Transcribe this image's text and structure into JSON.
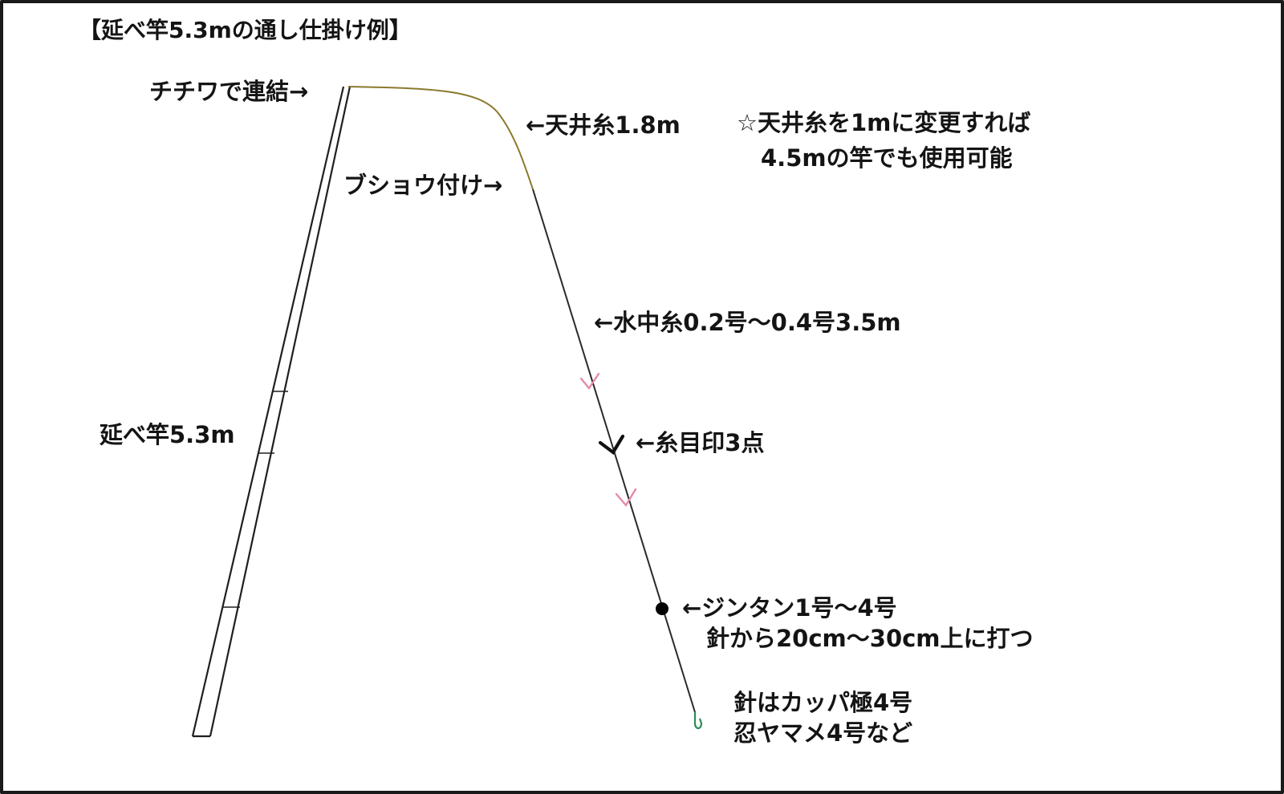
{
  "title": "【延べ竿5.3mの通し仕掛け例】",
  "labels": {
    "chichiwa": "チチワで連結→",
    "tenjo_ito": "←天井糸1.8m",
    "note_line1": "☆天井糸を1mに変更すれば",
    "note_line2": "4.5mの竿でも使用可能",
    "bushou": "ブショウ付け→",
    "suichu_ito": "←水中糸0.2号～0.4号3.5m",
    "ito_mejirushi": "←糸目印3点",
    "sao": "延べ竿5.3m",
    "jintan_line1": "←ジンタン1号～4号",
    "jintan_line2": "針から20cm～30cm上に打つ",
    "hari_line1": "針はカッパ極4号",
    "hari_line2": "忍ヤマメ4号など"
  },
  "colors": {
    "rod": "#1f1f1f",
    "tenjo_line": "#8a7a2e",
    "water_line": "#2a2a2a",
    "marker_pink": "#e58aa8",
    "marker_dark": "#111111",
    "hook": "#2e8b57",
    "sinker": "#000000"
  }
}
